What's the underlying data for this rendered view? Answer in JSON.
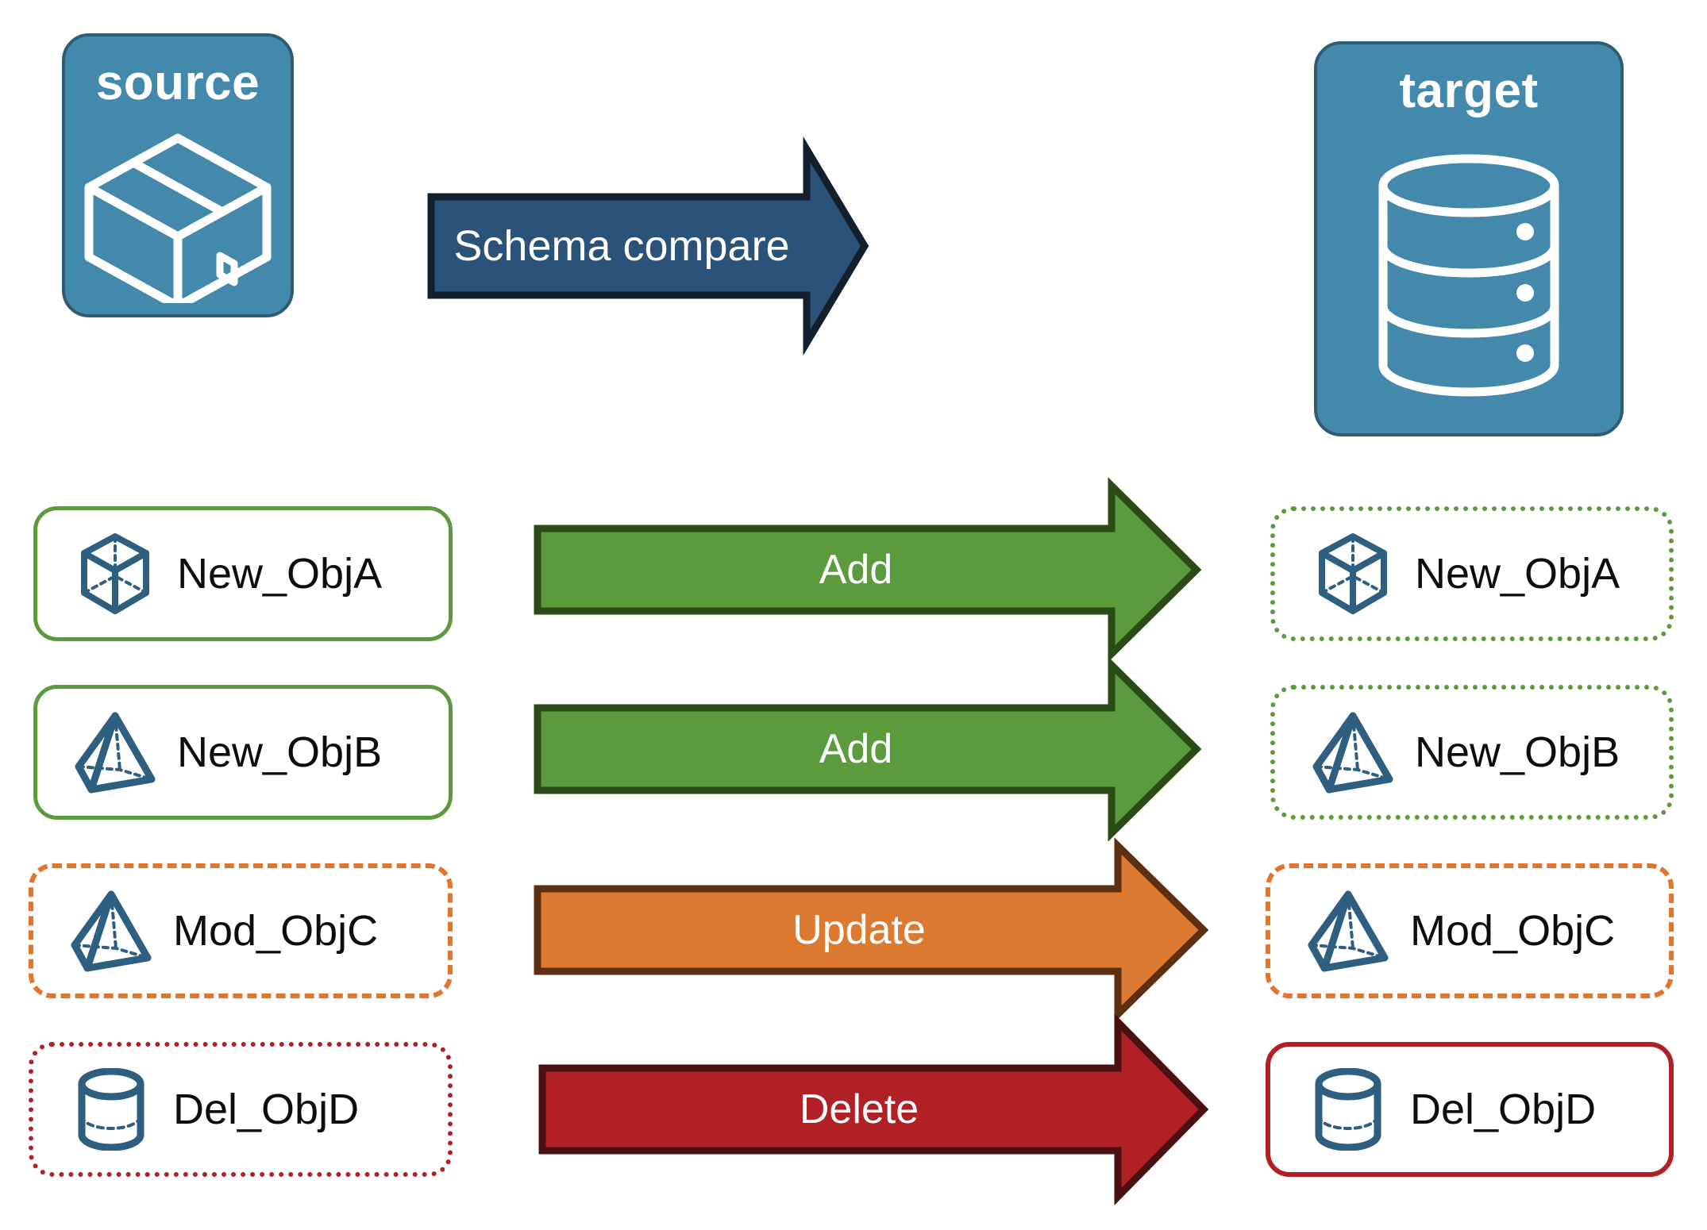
{
  "diagram": {
    "title": "Schema compare source to target",
    "endpoints": [
      {
        "id": "source",
        "label": "source",
        "icon": "package-box-icon"
      },
      {
        "id": "target",
        "label": "target",
        "icon": "database-cylinder-icon"
      }
    ],
    "main_arrow": {
      "label": "Schema compare",
      "fill": "#2B5278",
      "stroke": "#141F2E"
    },
    "rows": [
      {
        "source_object": {
          "label": "New_ObjA",
          "icon": "cube-wireframe-icon",
          "border_style": "solid",
          "border_color": "#5B9B3E"
        },
        "action": {
          "label": "Add",
          "fill": "#5B9B3E",
          "stroke": "#2A4A16"
        },
        "target_object": {
          "label": "New_ObjA",
          "icon": "cube-wireframe-icon",
          "border_style": "dotted",
          "border_color": "#5B9B3E"
        }
      },
      {
        "source_object": {
          "label": "New_ObjB",
          "icon": "pyramid-wireframe-icon",
          "border_style": "solid",
          "border_color": "#5B9B3E"
        },
        "action": {
          "label": "Add",
          "fill": "#5B9B3E",
          "stroke": "#2A4A16"
        },
        "target_object": {
          "label": "New_ObjB",
          "icon": "pyramid-wireframe-icon",
          "border_style": "dotted",
          "border_color": "#5B9B3E"
        }
      },
      {
        "source_object": {
          "label": "Mod_ObjC",
          "icon": "pyramid-wireframe-icon",
          "border_style": "dashed",
          "border_color": "#E0762C"
        },
        "action": {
          "label": "Update",
          "fill": "#DD7A32",
          "stroke": "#5C2F10"
        },
        "target_object": {
          "label": "Mod_ObjC",
          "icon": "pyramid-wireframe-icon",
          "border_style": "dashed",
          "border_color": "#E0762C"
        }
      },
      {
        "source_object": {
          "label": "Del_ObjD",
          "icon": "cylinder-wireframe-icon",
          "border_style": "dotted",
          "border_color": "#B02025"
        },
        "action": {
          "label": "Delete",
          "fill": "#B02025",
          "stroke": "#4A1012"
        },
        "target_object": {
          "label": "Del_ObjD",
          "icon": "cylinder-wireframe-icon",
          "border_style": "solid",
          "border_color": "#B02025"
        }
      }
    ],
    "colors": {
      "endpoint_fill": "#4389AB",
      "endpoint_stroke": "#2E5C72",
      "icon_blue": "#2E5E80",
      "add_green": "#5B9B3E",
      "update_orange": "#DD7A32",
      "delete_red": "#B02025",
      "compare_blue": "#2B5278",
      "background": "#FFFFFF"
    }
  }
}
